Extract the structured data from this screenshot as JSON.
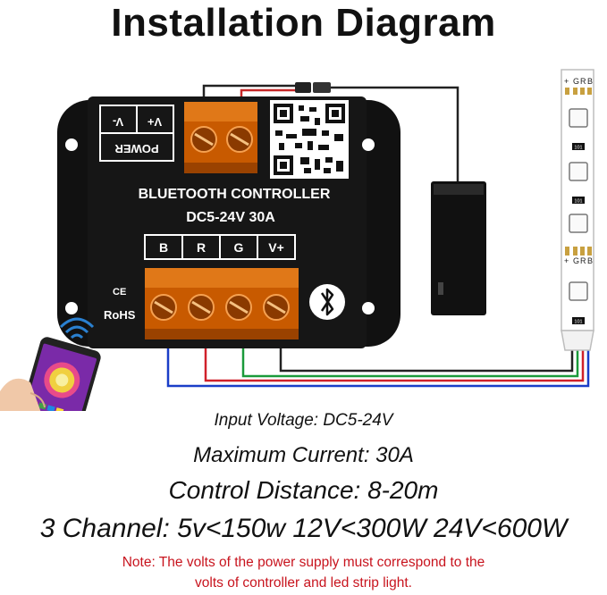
{
  "title": "Installation Diagram",
  "controller": {
    "power_minus": "V-",
    "power_plus": "V+",
    "power_label": "POWER",
    "name": "BLUETOOTH CONTROLLER",
    "rating": "DC5-24V  30A",
    "channel_labels": [
      "B",
      "R",
      "G",
      "V+"
    ],
    "ce_mark": "CE",
    "rohs_mark": "RoHS"
  },
  "strip": {
    "labels_top": [
      "+",
      "G",
      "R",
      "B"
    ],
    "labels_mid": [
      "+",
      "G",
      "R",
      "B"
    ],
    "chip_label": "101"
  },
  "wire_colors": {
    "blue": "#1a3ec8",
    "red": "#d0202a",
    "green": "#1a9a3a",
    "black": "#222222"
  },
  "specs": {
    "input_voltage": "Input Voltage: DC5-24V",
    "max_current": "Maximum Current: 30A",
    "control_distance": "Control Distance: 8-20m",
    "channel": "3 Channel: 5v<150w 12V<300W 24V<600W"
  },
  "note": {
    "line1": "Note: The volts of the power supply must correspond to the",
    "line2": "volts of controller and led strip light."
  }
}
